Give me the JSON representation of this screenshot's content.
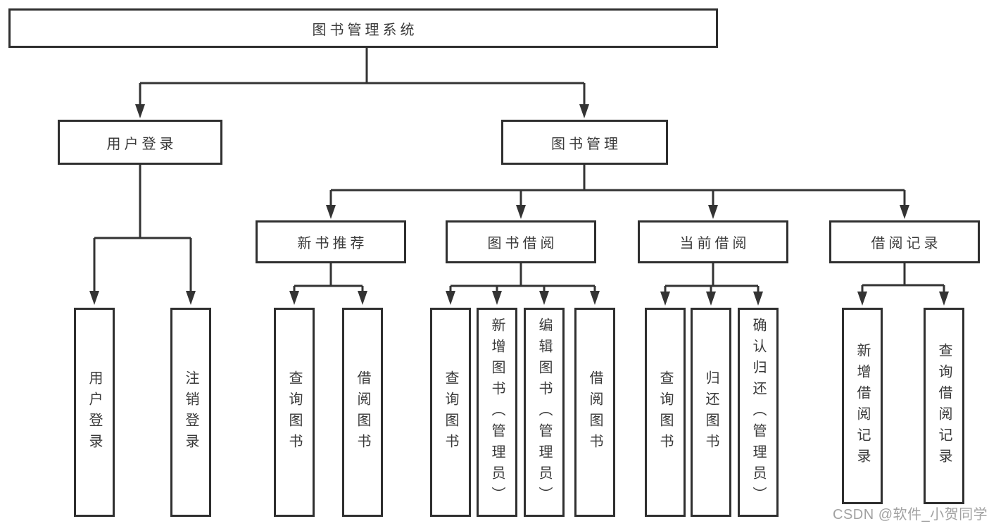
{
  "tree": {
    "label": "图书管理系统",
    "children": [
      {
        "label": "用户登录",
        "children": [
          {
            "label": "用户登录"
          },
          {
            "label": "注销登录"
          }
        ]
      },
      {
        "label": "图书管理",
        "children": [
          {
            "label": "新书推荐",
            "children": [
              {
                "label": "查询图书"
              },
              {
                "label": "借阅图书"
              }
            ]
          },
          {
            "label": "图书借阅",
            "children": [
              {
                "label": "查询图书"
              },
              {
                "label": "新增图书（管理员）"
              },
              {
                "label": "编辑图书（管理员）"
              },
              {
                "label": "借阅图书"
              }
            ]
          },
          {
            "label": "当前借阅",
            "children": [
              {
                "label": "查询图书"
              },
              {
                "label": "归还图书"
              },
              {
                "label": "确认归还（管理员）"
              }
            ]
          },
          {
            "label": "借阅记录",
            "children": [
              {
                "label": "新增借阅记录"
              },
              {
                "label": "查询借阅记录"
              }
            ]
          }
        ]
      }
    ]
  },
  "watermark": {
    "text": "CSDN @软件_小贺同学"
  },
  "colors": {
    "line": "#333333",
    "box_border": "#2f2f2f",
    "text": "#3a3a3a",
    "watermark": "#9c9c9c",
    "background": "#ffffff"
  }
}
